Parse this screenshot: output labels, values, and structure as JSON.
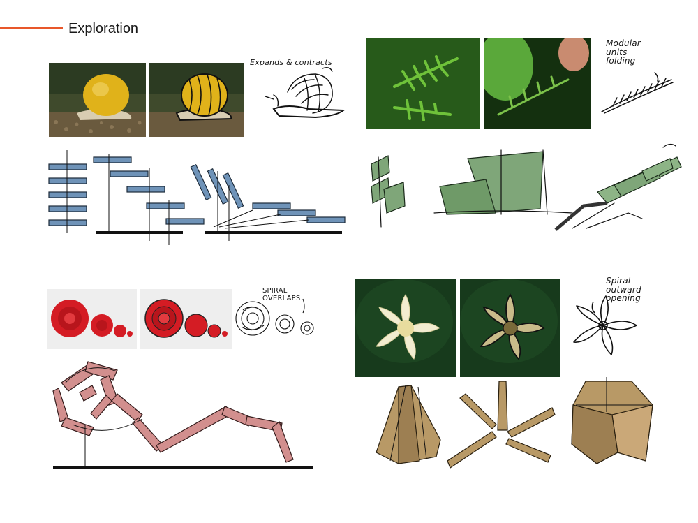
{
  "header": {
    "title": "Exploration",
    "accent_color": "#e8572a"
  },
  "quadrants": {
    "snail": {
      "annotation": "Expands & contracts",
      "icon": "snail-icon"
    },
    "fern": {
      "annotation_lines": [
        "Modular",
        "units",
        "folding"
      ],
      "icon": "fern-leaf-icon"
    },
    "rose": {
      "annotation_lines": [
        "SPIRAL",
        "OVERLAPS"
      ],
      "icon": "rose-icon"
    },
    "flower": {
      "annotation_lines": [
        "Spiral",
        "outward",
        "opening"
      ],
      "icon": "pinwheel-flower-icon"
    }
  },
  "colors": {
    "blue_panel": "#6f93b8",
    "green_panel": "#7fa679",
    "red_panel": "#c9706f",
    "tan_panel": "#b89966",
    "snail_yellow": "#e0b21a",
    "fern_green": "#5eb536",
    "rose_red": "#d41c24",
    "flower_dark": "#173a1c"
  }
}
